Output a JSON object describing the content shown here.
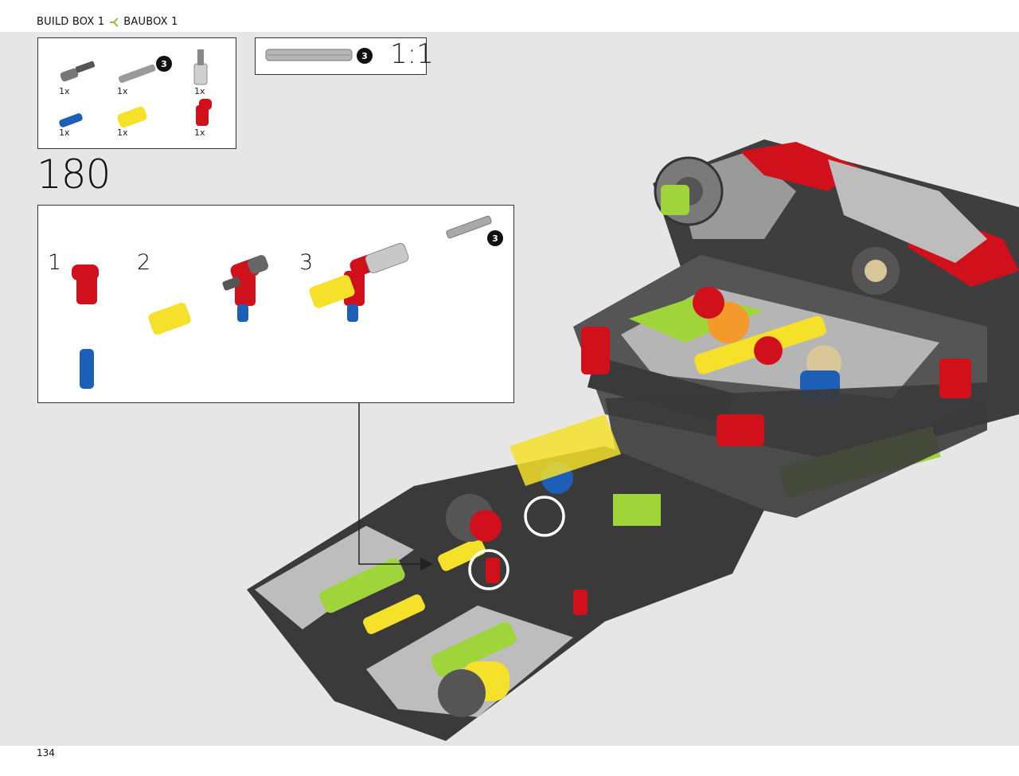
{
  "header": {
    "breadcrumb_left": "BUILD BOX 1",
    "breadcrumb_right": "BAUBOX 1",
    "separator_icon": "arrow-split-icon",
    "accent_color": "#8dc63f"
  },
  "parts_list": {
    "items": [
      {
        "name": "axle-pin-grey",
        "qty": "1x"
      },
      {
        "name": "axle-3-grey",
        "qty": "1x",
        "callout": "3"
      },
      {
        "name": "shock-absorber-part-grey",
        "qty": "1x"
      },
      {
        "name": "pin-blue",
        "qty": "1x"
      },
      {
        "name": "axle-connector-yellow",
        "qty": "1x"
      },
      {
        "name": "angle-connector-red",
        "qty": "1x"
      }
    ]
  },
  "gauge": {
    "callout": "3",
    "scale": "1:1"
  },
  "step": {
    "number": "180"
  },
  "substeps": {
    "labels": [
      "1",
      "2",
      "3"
    ],
    "callout": "3"
  },
  "footer": {
    "page_number": "134"
  },
  "colors": {
    "background": "#e6e6e6",
    "red": "#d0101a",
    "yellow": "#f5e02a",
    "blue": "#1d5fb6",
    "lime": "#9fd53a",
    "dark_grey": "#3a3a3a",
    "light_grey": "#a8a8a8"
  }
}
